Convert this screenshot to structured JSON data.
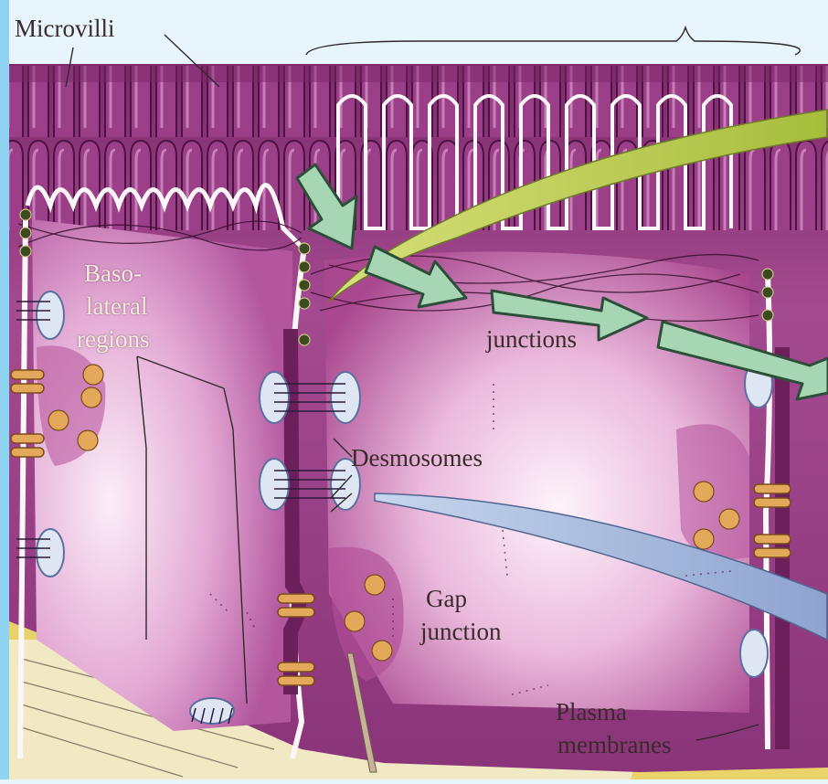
{
  "labels": {
    "microvilli": "Microvilli",
    "basolateral_line1": "Baso-",
    "basolateral_line2": "lateral",
    "basolateral_line3": "regions",
    "tight_junctions_partial": "junctions",
    "desmosomes": "Desmosomes",
    "gap_junction_line1": "Gap",
    "gap_junction_line2": "junction",
    "plasma_membranes_line1": "Plasma",
    "plasma_membranes_line2": "membranes"
  },
  "colors": {
    "background": "#dceffa",
    "cell_magenta": "#9a3f86",
    "cell_dark": "#5b1d4f",
    "cell_light": "#f3d8ec",
    "membrane": "#f6f0f4",
    "arrow_fill": "#a7d6b5",
    "arrow_stroke": "#2d4f3a",
    "pointer_green": "#b9cc55",
    "pointer_blue": "#a3b6da",
    "gap_junction": "#e2a85c",
    "basement": "#ecdc78"
  }
}
